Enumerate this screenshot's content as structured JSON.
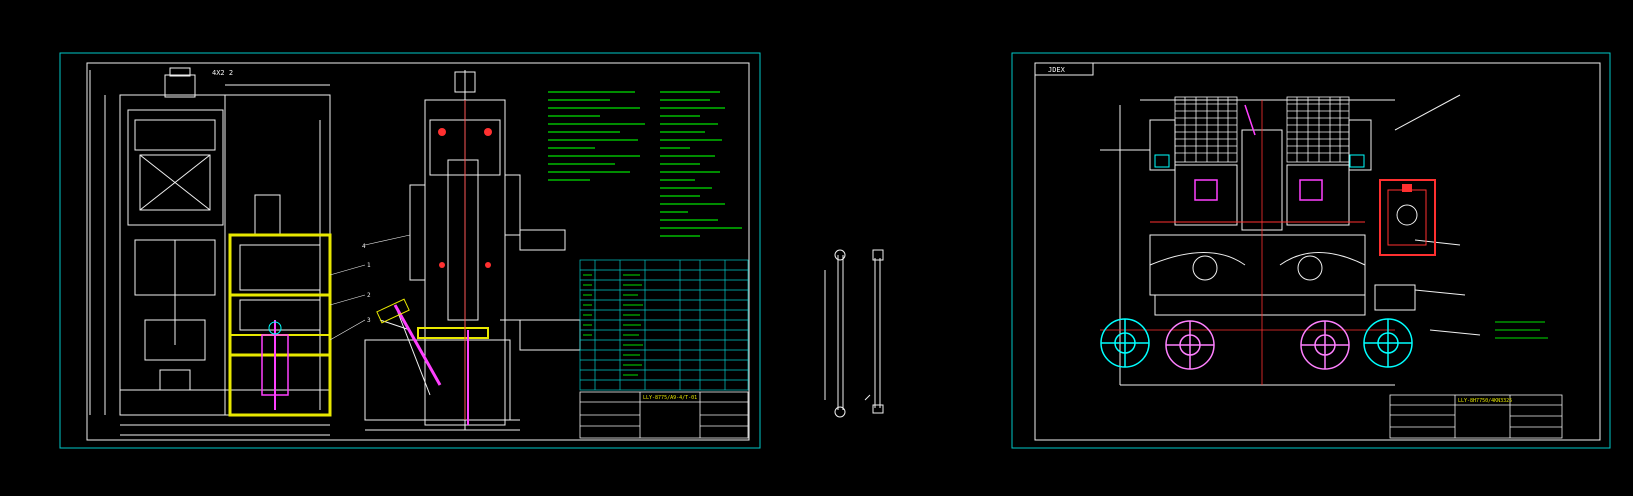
{
  "colors": {
    "background": "#000000",
    "frame": "#00c8c8",
    "white": "#f0f0f0",
    "yellow": "#e8e800",
    "green": "#00e000",
    "red": "#ff3030",
    "magenta": "#ff40ff",
    "cyan": "#00ffff"
  },
  "sheet_left": {
    "tags": {
      "top": "4X2 2",
      "callout_1": "1",
      "callout_2": "2",
      "callout_3": "3",
      "callout_4": "4"
    },
    "title_block": {
      "drawing_no": "LLY-8775/A9-4/T-01",
      "name": "",
      "sheet": ""
    }
  },
  "sheet_right": {
    "tags": {
      "corner": "JDEX"
    },
    "title_block": {
      "drawing_no": "LLY-8H7750/4KN3325",
      "name": "",
      "sheet": ""
    }
  }
}
